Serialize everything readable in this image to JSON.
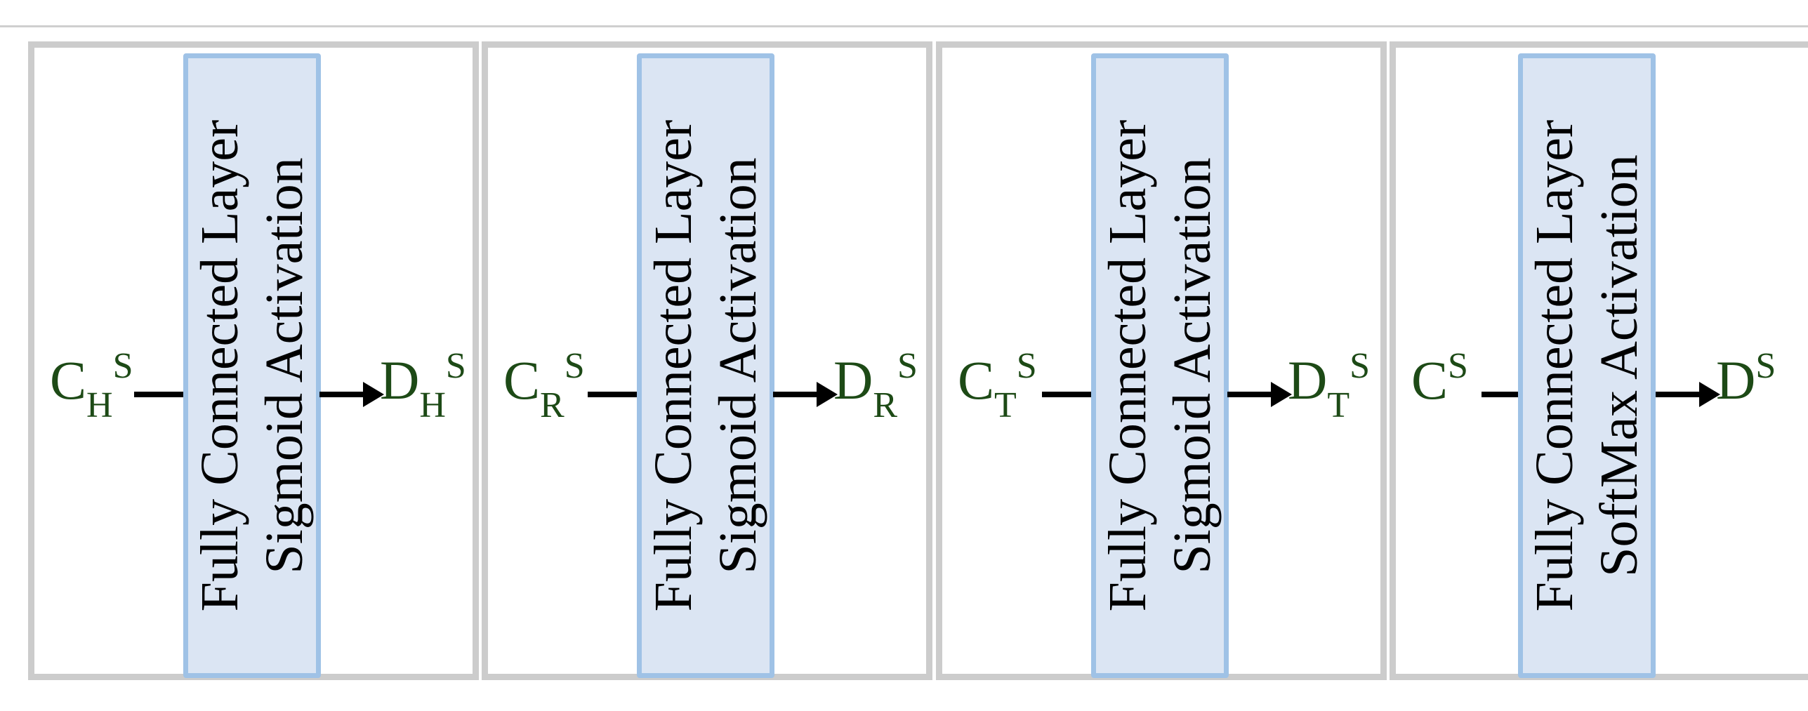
{
  "panels": [
    {
      "input": {
        "base": "C",
        "sub": "H",
        "sup": "S"
      },
      "layer_line1": "Fully Connected Layer",
      "layer_line2": "Sigmoid Activation",
      "output": {
        "base": "D",
        "sub": "H",
        "sup": "S"
      }
    },
    {
      "input": {
        "base": "C",
        "sub": "R",
        "sup": "S"
      },
      "layer_line1": "Fully Connected Layer",
      "layer_line2": "Sigmoid Activation",
      "output": {
        "base": "D",
        "sub": "R",
        "sup": "S"
      }
    },
    {
      "input": {
        "base": "C",
        "sub": "T",
        "sup": "S"
      },
      "layer_line1": "Fully Connected Layer",
      "layer_line2": "Sigmoid Activation",
      "output": {
        "base": "D",
        "sub": "T",
        "sup": "S"
      }
    },
    {
      "input": {
        "base": "C",
        "sub": "",
        "sup": "S"
      },
      "layer_line1": "Fully Connected Layer",
      "layer_line2": "SoftMax Activation",
      "output": {
        "base": "D",
        "sub": "",
        "sup": "S"
      }
    }
  ],
  "colors": {
    "panel_border": "#cccccc",
    "layer_fill": "#dbe5f3",
    "layer_border": "#9fc2e6",
    "symbol_text": "#1d4a16",
    "arrow": "#000000"
  }
}
